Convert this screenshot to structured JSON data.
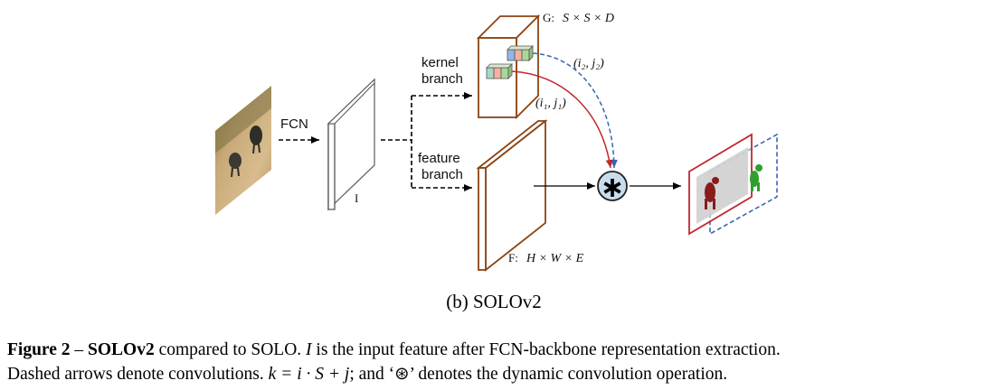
{
  "labels": {
    "fcn": "FCN",
    "input": "I",
    "kernel_l1": "kernel",
    "kernel_l2": "branch",
    "feature_l1": "feature",
    "feature_l2": "branch",
    "g_prefix": "G:",
    "g_dims": "S × S × D",
    "f_prefix": "F:",
    "f_dims": "H × W × E",
    "idx2": "(i₂, j₂)",
    "idx1": "(i₁, j₁)",
    "conv_symbol": "∗"
  },
  "subcaption": "(b) SOLOv2",
  "caption": {
    "fig": "Figure 2",
    "dash": " – ",
    "name": "SOLOv2",
    "text1": " compared to SOLO. ",
    "var_i": "I",
    "text2": " is the input feature after FCN-backbone representation extraction.",
    "line2a": "Dashed arrows denote convolutions. ",
    "formula": "k = i · S + j",
    "line2b": "; and ‘⊛’ denotes the dynamic convolution operation."
  },
  "colors": {
    "brown": "#8b4513",
    "red": "#c0282e",
    "blue_dash": "#3a66b0",
    "conv_fill": "#c8dcec",
    "mask_red": "#8b1a1a",
    "mask_green": "#2fa02f"
  }
}
